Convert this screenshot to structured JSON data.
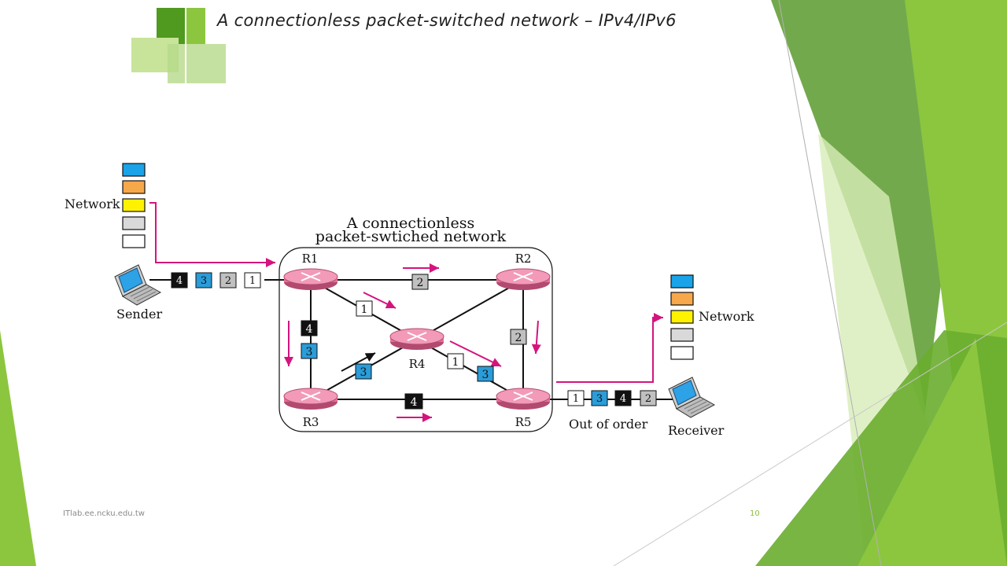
{
  "slide": {
    "title": "A connectionless packet-switched network – IPv4/IPv6",
    "footer_left": "ITlab.ee.ncku.edu.tw",
    "page_number": "10"
  },
  "diagram": {
    "heading_line1": "A connectionless",
    "heading_line2": "packet-swtiched network",
    "sender_label": "Sender",
    "receiver_label": "Receiver",
    "network_left_label": "Network",
    "network_right_label": "Network",
    "out_of_order_label": "Out of order",
    "routers": [
      "R1",
      "R2",
      "R3",
      "R4",
      "R5"
    ],
    "sender_packets": [
      "4",
      "3",
      "2",
      "1"
    ],
    "receiver_packets": [
      "1",
      "3",
      "4",
      "2"
    ],
    "link_packets": {
      "r1_r2": "2",
      "r1_r4": "1",
      "r1_r3_a": "4",
      "r1_r3_b": "3",
      "r3_r4": "3",
      "r2_r5": "2",
      "r4_r5_a": "1",
      "r4_r5_b": "3",
      "r3_r5": "4"
    },
    "layer_colors": [
      "#1aa3e8",
      "#f7a84a",
      "#fff200",
      "#d9d9d9",
      "#ffffff"
    ],
    "packet_colors": {
      "1": "#ffffff",
      "2": "#c0c0c0",
      "3": "#2b9cd8",
      "4": "#111111"
    },
    "router_color": "#e8709a",
    "arrow_color": "#d4147e",
    "accent_green": "#8cc63f"
  }
}
